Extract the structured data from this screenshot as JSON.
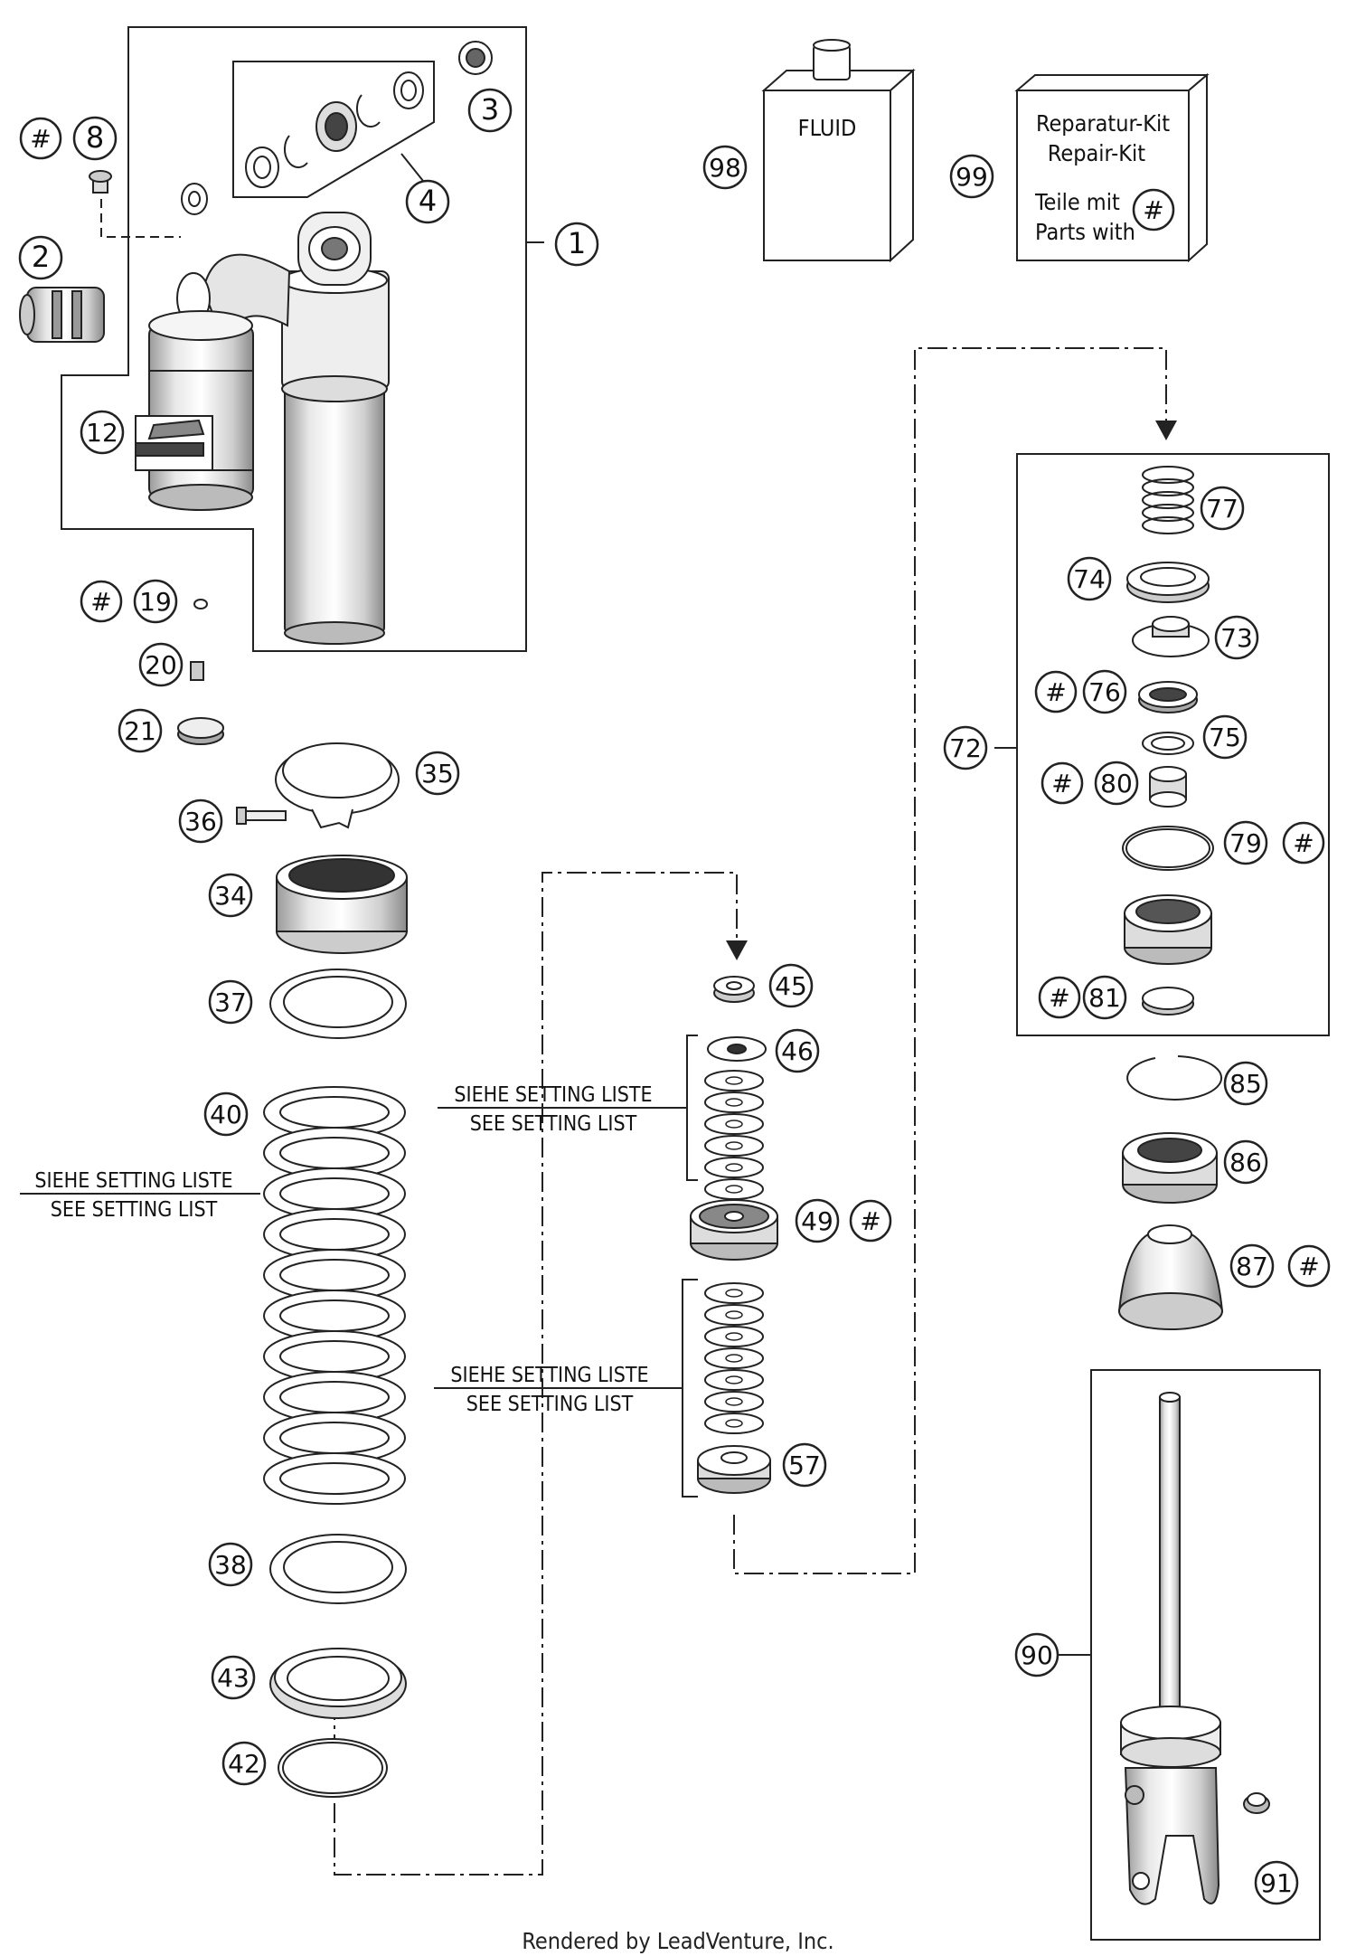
{
  "diagram": {
    "callouts": [
      "1",
      "2",
      "3",
      "4",
      "8",
      "12",
      "19",
      "20",
      "21",
      "34",
      "35",
      "36",
      "37",
      "38",
      "40",
      "42",
      "43",
      "45",
      "46",
      "49",
      "57",
      "72",
      "73",
      "74",
      "75",
      "76",
      "77",
      "79",
      "80",
      "81",
      "85",
      "86",
      "87",
      "90",
      "91",
      "98",
      "99"
    ],
    "hash_symbol": "#",
    "fluid_label": "FLUID",
    "repair_kit": {
      "line1": "Reparatur-Kit",
      "line2": "Repair-Kit",
      "line3": "Teile mit",
      "line4": "Parts with"
    },
    "setting_list": {
      "de": "SIEHE SETTING LISTE",
      "en": "SEE SETTING LIST"
    }
  },
  "footer": "Rendered by LeadVenture, Inc.",
  "colors": {
    "line": "#222222",
    "fill": "#ffffff",
    "shade": "#cccccc"
  }
}
